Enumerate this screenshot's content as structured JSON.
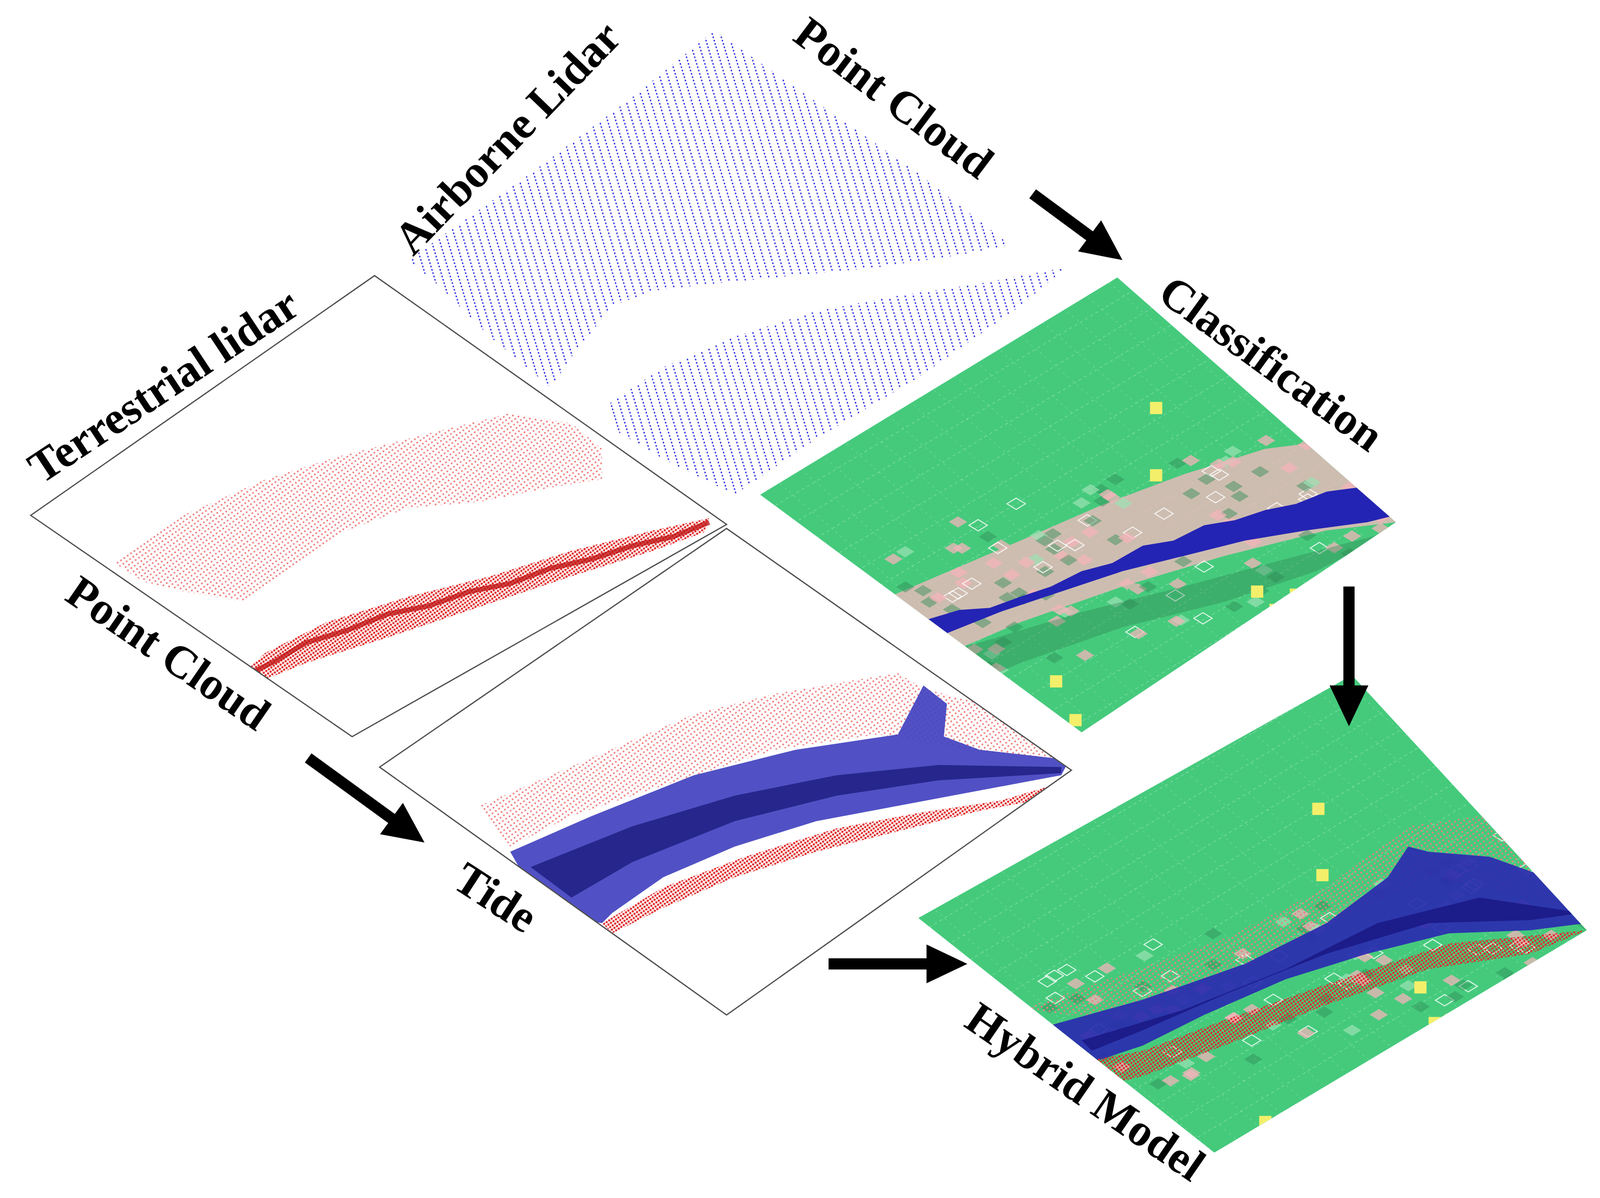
{
  "diagram": {
    "nodes": [
      {
        "text": [
          "Airborne Lidar",
          "Point Cloud"
        ]
      },
      {
        "text": [
          "Terrestrial lidar",
          "Point Cloud"
        ]
      },
      {
        "text": [
          "Classification"
        ]
      },
      {
        "text": [
          "Tide"
        ]
      },
      {
        "text": [
          "Hybrid Model"
        ]
      }
    ],
    "edges": [
      {
        "from": 0,
        "to": 2,
        "arrow": "to"
      },
      {
        "from": 1,
        "to": 3,
        "arrow": "to"
      },
      {
        "from": 2,
        "to": 4,
        "arrow": "to"
      },
      {
        "from": 3,
        "to": 4,
        "arrow": "to"
      }
    ]
  }
}
